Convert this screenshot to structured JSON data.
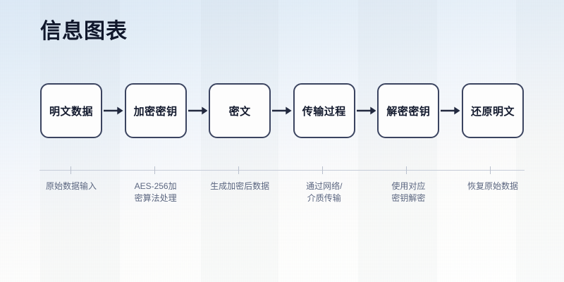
{
  "title": "信息图表",
  "theme": {
    "bg_top": "#dce9f6",
    "bg_bottom": "#ffffff",
    "node_border": "#3b4460",
    "node_fill": "#fdfdfd",
    "node_text": "#11182c",
    "title_color": "#10172b",
    "caption_color": "#5c6781",
    "axis_color": "#c6ccd8",
    "band_color": "rgba(138,152,170,0.045)"
  },
  "flow": {
    "steps": [
      {
        "label": "明文数据",
        "caption": "原始数据输入"
      },
      {
        "label": "加密密钥",
        "caption": "AES-256加\n密算法处理"
      },
      {
        "label": "密文",
        "caption": "生成加密后数据"
      },
      {
        "label": "传输过程",
        "caption": "通过网络/\n介质传输"
      },
      {
        "label": "解密密钥",
        "caption": "使用对应\n密钥解密"
      },
      {
        "label": "还原明文",
        "caption": "恢复原始数据"
      }
    ],
    "connector_icon": "arrow-right-icon",
    "connector_count": 5
  }
}
